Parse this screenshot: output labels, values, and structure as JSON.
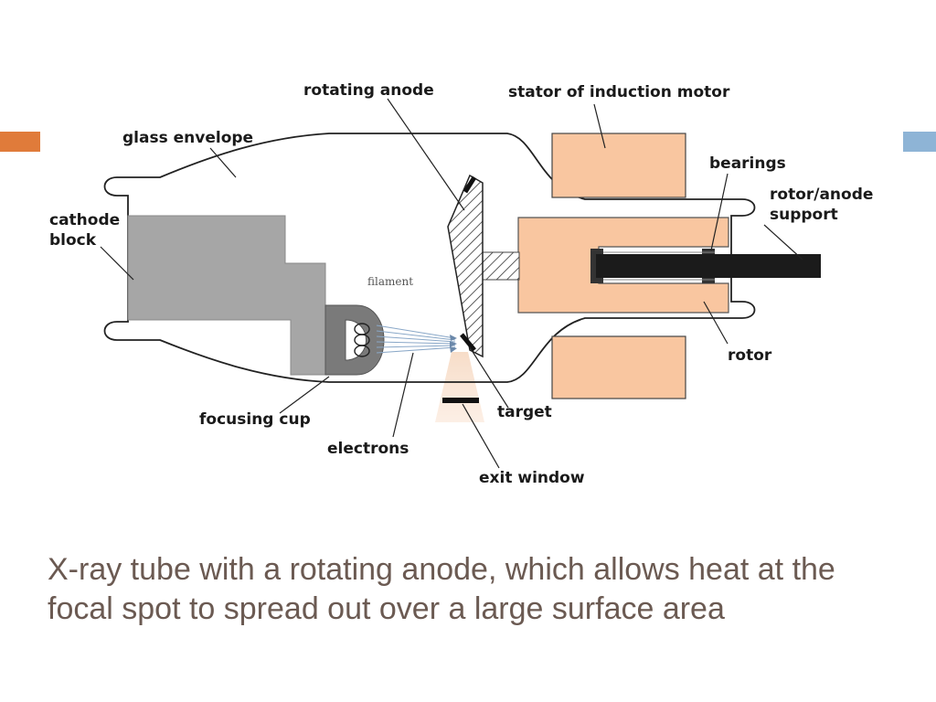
{
  "diagram": {
    "labels": {
      "rotating_anode": "rotating anode",
      "stator": "stator of induction motor",
      "glass_envelope": "glass envelope",
      "bearings": "bearings",
      "rotor_support_line1": "rotor/anode",
      "rotor_support_line2": "support",
      "cathode_line1": "cathode",
      "cathode_line2": "block",
      "filament": "filament",
      "rotor": "rotor",
      "focusing_cup": "focusing cup",
      "target": "target",
      "electrons": "electrons",
      "exit_window": "exit window"
    }
  },
  "caption": "X-ray tube with a rotating anode, which allows heat at the focal spot to spread out over a large surface area",
  "colors": {
    "accent_left": "#e07b3a",
    "accent_right": "#8eb4d6",
    "copper": "#f9c6a0",
    "cathode_gray": "#a6a6a6",
    "caption_text": "#6b5a52"
  }
}
